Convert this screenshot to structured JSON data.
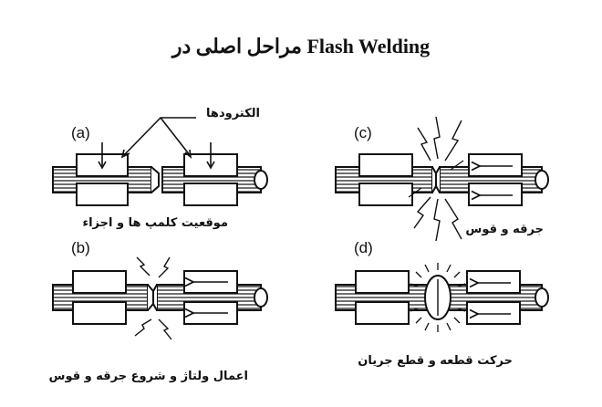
{
  "title": "مراحل اصلی در Flash Welding",
  "electrodes_label": "الکترودها",
  "panels": [
    {
      "tag": "(a)",
      "caption": "موقعیت کلمپ ها و اجزاء"
    },
    {
      "tag": "(b)",
      "caption": "اعمال ولتاژ و شروع جرقه و قوس"
    },
    {
      "tag": "(c)",
      "caption": "جرقه و قوس"
    },
    {
      "tag": "(d)",
      "caption": "حرکت قطعه و قطع جریان"
    }
  ]
}
